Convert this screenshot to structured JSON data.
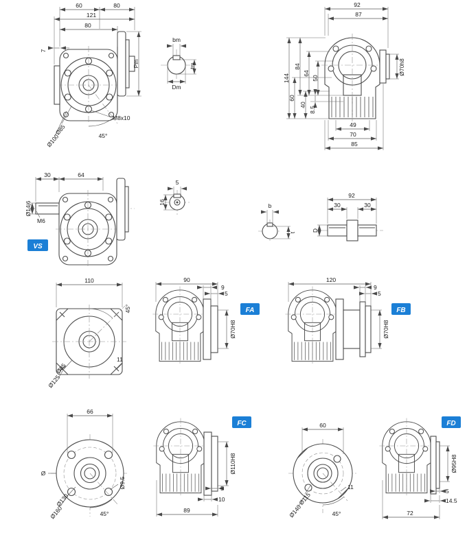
{
  "drawing": {
    "bg": "#ffffff",
    "ink": "#4a4a4a",
    "badge_bg": "#1b7fd6",
    "badge_fg": "#ffffff"
  },
  "badges": {
    "vs": "VS",
    "fa": "FA",
    "fb": "FB",
    "fc": "FC",
    "fd": "FD"
  },
  "views": {
    "front": {
      "top_60": "60",
      "top_80": "80",
      "mid_121": "121",
      "low_80": "80",
      "step_7": "7",
      "pm": "Pm",
      "m8x10": "M8x10",
      "dia85": "Ø85",
      "dia100": "Ø100",
      "ang45": "45°"
    },
    "motor_shaft_section": {
      "bm": "bm",
      "tm": "tm",
      "dm": "Dm"
    },
    "side": {
      "top_92": "92",
      "top_87": "87",
      "h144": "144",
      "h84": "84",
      "h64": "64",
      "h50": "50",
      "h60": "60",
      "h40": "40",
      "h85": "8.5",
      "dia70h8": "Ø70h8",
      "b49": "49",
      "b70": "70",
      "b85": "85"
    },
    "vs_view": {
      "l30": "30",
      "l64": "64",
      "dia14j6": "Ø14j6",
      "m6": "M6"
    },
    "key_section": {
      "w5": "5",
      "h16": "16"
    },
    "worm_shaft": {
      "b": "b",
      "t": "t",
      "d": "D",
      "l92": "92",
      "l30a": "30",
      "l30b": "30"
    },
    "square_flange": {
      "w110": "110",
      "ang45": "45°",
      "c11": "11",
      "dia85": "Ø85",
      "dia125": "Ø125"
    },
    "fa_view": {
      "l90": "90",
      "t9": "9",
      "t5": "5",
      "dia70h8": "Ø70H8"
    },
    "fb_view": {
      "l120": "120",
      "t9": "9",
      "t5": "5",
      "dia70h8": "Ø70H8"
    },
    "fc_flange": {
      "w66": "66",
      "dia": "Ø",
      "dia130": "Ø130",
      "dia160": "Ø160",
      "dia95": "Ø9.5",
      "ang45": "45°"
    },
    "fc_view": {
      "dia110h8": "Ø110H8",
      "t5": "5",
      "t10": "10",
      "b89": "89"
    },
    "fd_flange": {
      "w60": "60",
      "dia115": "Ø115",
      "dia140": "Ø140",
      "c11": "11",
      "ang45": "45°"
    },
    "fd_view": {
      "dia95h8": "Ø95H8",
      "t5": "5",
      "t145": "14.5",
      "b72": "72"
    }
  }
}
